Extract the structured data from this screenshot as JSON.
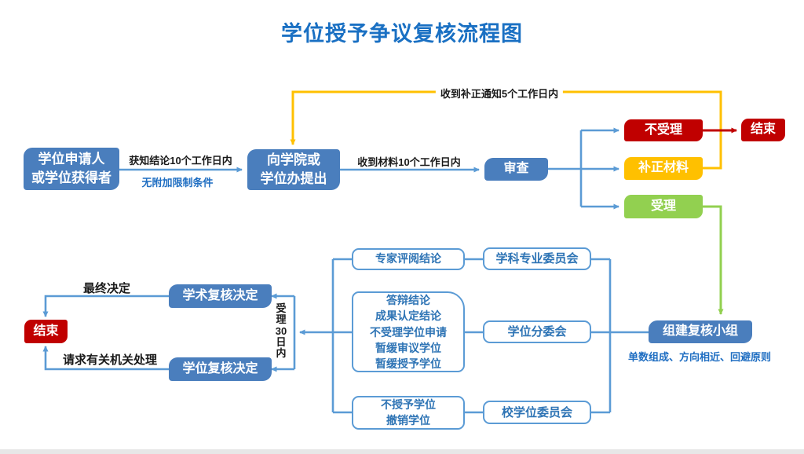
{
  "title": "学位授予争议复核流程图",
  "colors": {
    "node_blue": "#4A7EBD",
    "line_blue": "#5B9BD5",
    "red": "#C00000",
    "yellow": "#FFC000",
    "green": "#92D050",
    "title_blue": "#1A70C3",
    "white_box_text": "#2E74B5"
  },
  "nodes": {
    "applicant": {
      "line1": "学位申请人",
      "line2": "或学位获得者"
    },
    "submit": {
      "line1": "向学院或",
      "line2": "学位办提出"
    },
    "review": {
      "label": "审查"
    },
    "reject": {
      "label": "不受理"
    },
    "supplement": {
      "label": "补正材料"
    },
    "accept": {
      "label": "受理"
    },
    "end_top": {
      "label": "结束"
    },
    "form_team": {
      "label": "组建复核小组"
    },
    "expert": {
      "label": "专家评阅结论"
    },
    "outcomes": {
      "lines": [
        "答辩结论",
        "成果认定结论",
        "不受理学位申请",
        "暂缓审议学位",
        "暂缓授予学位"
      ]
    },
    "revoke": {
      "lines": [
        "不授予学位",
        "撤销学位"
      ]
    },
    "committee_subject": {
      "label": "学科专业委员会"
    },
    "committee_degree_sub": {
      "label": "学位分委会"
    },
    "committee_university": {
      "label": "校学位委员会"
    },
    "academic_decision": {
      "label": "学术复核决定"
    },
    "degree_decision": {
      "label": "学位复核决定"
    },
    "end_left": {
      "label": "结束"
    }
  },
  "edge_labels": {
    "notify_10_days": "获知结论10个工作日内",
    "no_conditions": "无附加限制条件",
    "materials_10_days": "收到材料10个工作日内",
    "supplement_notice_5_days": "收到补正通知5个工作日内",
    "team_principles": "单数组成、方向相近、回避原则",
    "accept_30_days": [
      "受",
      "理",
      "30",
      "日",
      "内"
    ],
    "final_decision": "最终决定",
    "request_agency": "请求有关机关处理"
  }
}
